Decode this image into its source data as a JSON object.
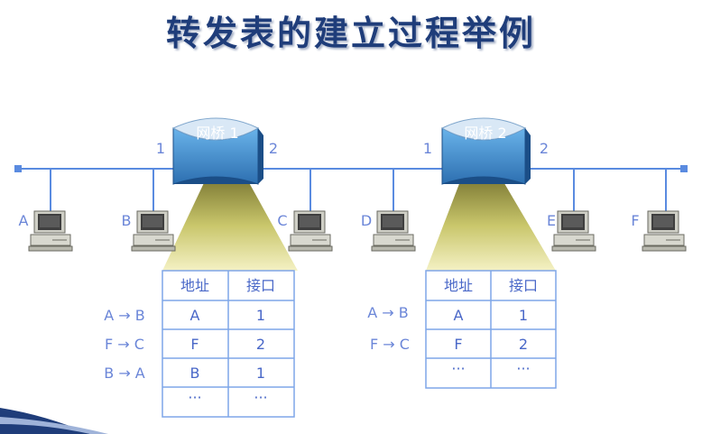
{
  "title": "转发表的建立过程举例",
  "colors": {
    "line": "#5a8be0",
    "bridge": "#3f88c8",
    "beam": "#c6c46a",
    "table_border": "#7fa6e8",
    "text": "#4a68c8",
    "title": "#1f3d7a"
  },
  "bridges": [
    {
      "name": "网桥 1",
      "port_left": "1",
      "port_right": "2"
    },
    {
      "name": "网桥 2",
      "port_left": "1",
      "port_right": "2"
    }
  ],
  "hosts": [
    "A",
    "B",
    "C",
    "D",
    "E",
    "F"
  ],
  "tables": [
    {
      "headers": [
        "地址",
        "接口"
      ],
      "rows": [
        [
          "A",
          "1"
        ],
        [
          "F",
          "2"
        ],
        [
          "B",
          "1"
        ],
        [
          "···",
          "···"
        ]
      ],
      "events": [
        "A → B",
        "F → C",
        "B → A"
      ]
    },
    {
      "headers": [
        "地址",
        "接口"
      ],
      "rows": [
        [
          "A",
          "1"
        ],
        [
          "F",
          "2"
        ],
        [
          "···",
          "···"
        ]
      ],
      "events": [
        "A → B",
        "F → C"
      ]
    }
  ],
  "icons": [
    "computer-icon",
    "bridge-icon"
  ]
}
